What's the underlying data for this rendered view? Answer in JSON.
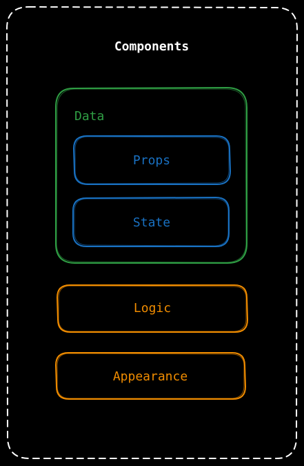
{
  "colors": {
    "background": "#000000",
    "outer": "#ffffff",
    "data_group": "#2f9e44",
    "data_item": "#1971c2",
    "aspect": "#f08c00"
  },
  "diagram": {
    "container": {
      "label": "Components"
    },
    "data_group": {
      "label": "Data",
      "items": [
        {
          "label": "Props"
        },
        {
          "label": "State"
        }
      ]
    },
    "aspects": [
      {
        "label": "Logic"
      },
      {
        "label": "Appearance"
      }
    ]
  }
}
